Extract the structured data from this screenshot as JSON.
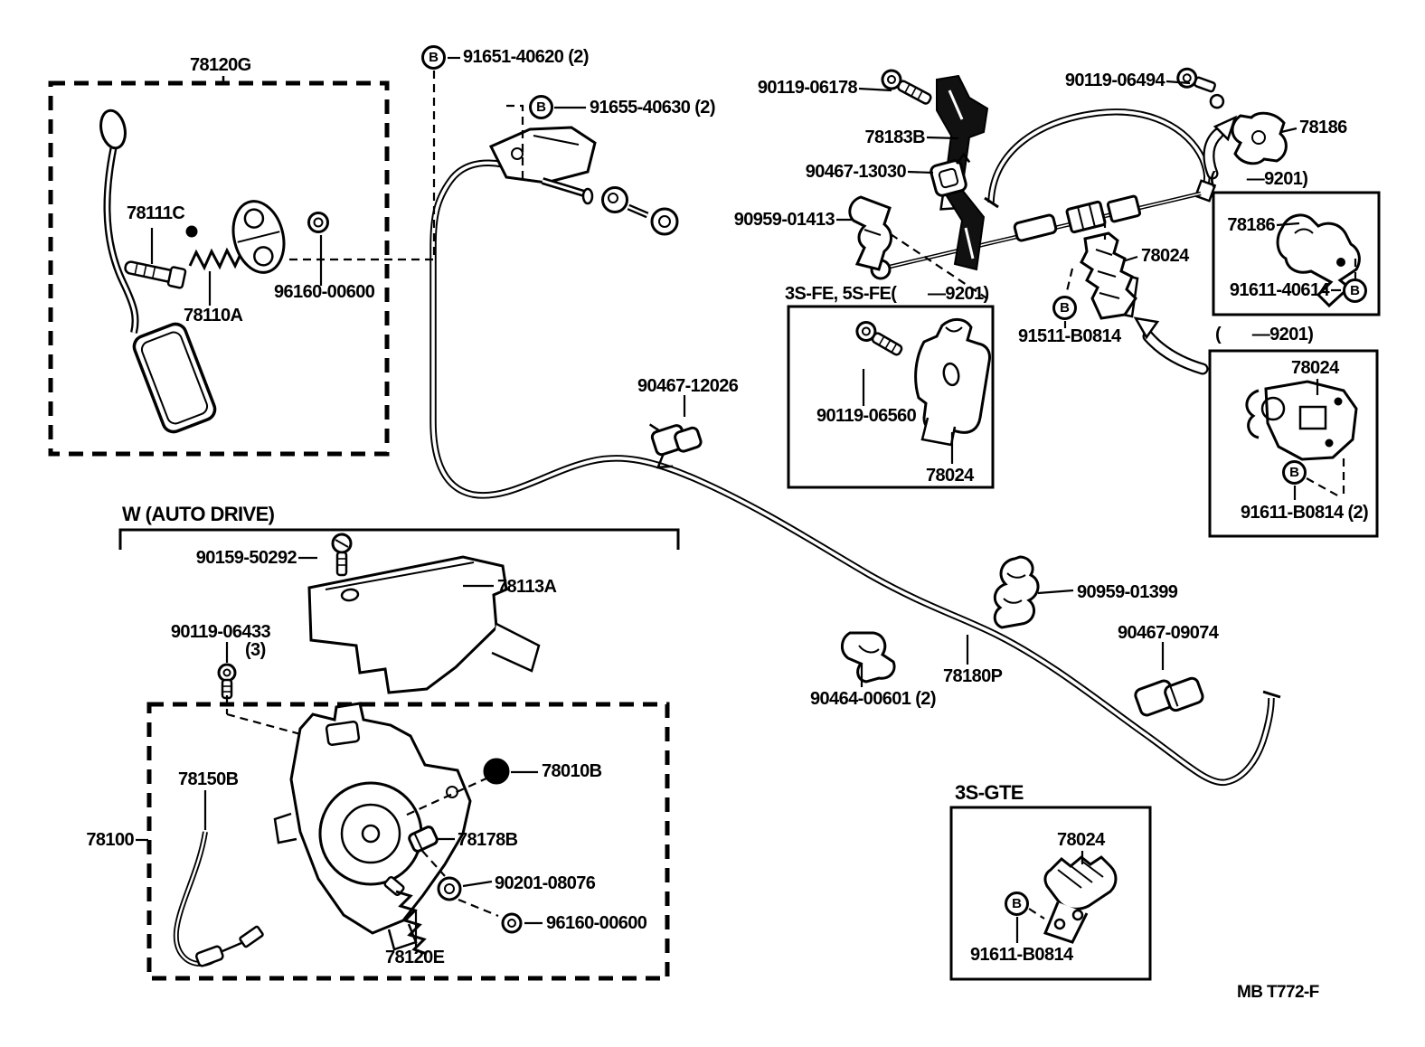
{
  "drawing_code": "MB T772-F",
  "colors": {
    "ink": "#000000",
    "paper": "#ffffff"
  },
  "markers": {
    "b": "B"
  },
  "sections": {
    "pedal_box": {
      "title": "78120G",
      "pin": "78111C",
      "rod": "78110A",
      "nut": "96160-00600"
    },
    "top_center": {
      "bolt_a": "91651-40620 (2)",
      "bolt_b": "91655-40630 (2)"
    },
    "linkage": {
      "bolt": "90119-06178",
      "link": "78183B",
      "clamp": "90467-13030",
      "clip": "90959-01413"
    },
    "cable_right": {
      "bolt": "90119-06494",
      "clip": "78186"
    },
    "variant_box_a": {
      "title": "(       —9201)",
      "bracket": "78186",
      "bolt": "91611-40614"
    },
    "bracket_mid": {
      "bracket": "78024",
      "bolt": "91511-B0814"
    },
    "fe_box": {
      "title": "3S-FE, 5S-FE(       —9201)",
      "bolt": "90119-06560",
      "bracket": "78024"
    },
    "center": {
      "clamp": "90467-12026"
    },
    "variant_box_b": {
      "title": "(       —9201)",
      "bracket": "78024",
      "bolt": "91611-B0814 (2)"
    },
    "auto_drive": {
      "title": "W (AUTO DRIVE)",
      "screw": "90159-50292",
      "cover": "78113A",
      "bolt": "90119-06433",
      "bolt_qty": "(3)",
      "cable": "78150B",
      "assembly": "78100",
      "cap": "78010B",
      "collar": "78178B",
      "grommet": "90201-08076",
      "nut": "96160-00600",
      "spring": "78120E"
    },
    "main_cable": {
      "label": "78180P",
      "clamp": "90464-00601 (2)",
      "clip_a": "90959-01399",
      "clip_b": "90467-09074"
    },
    "gte_box": {
      "title": "3S-GTE",
      "bracket": "78024",
      "bolt": "91611-B0814"
    }
  }
}
